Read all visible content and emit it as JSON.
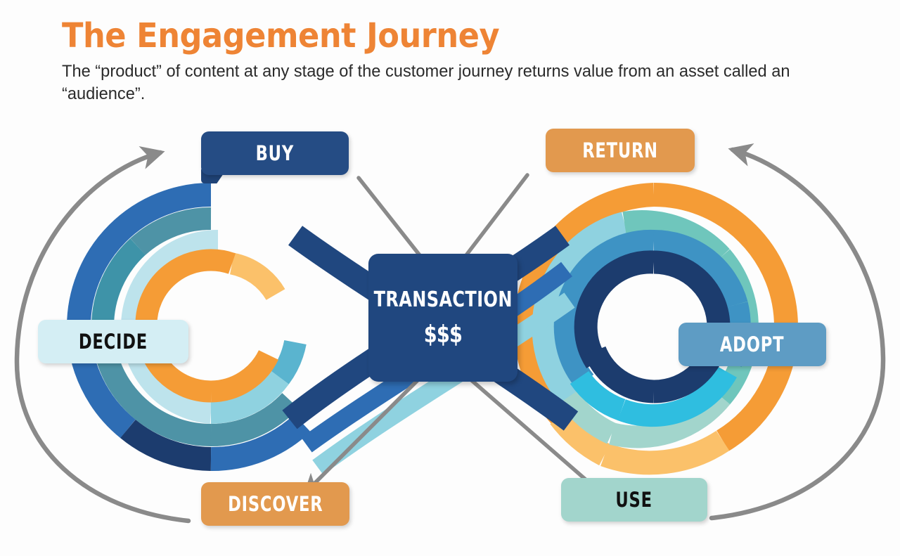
{
  "header": {
    "title": "The Engagement Journey",
    "subtitle": "The “product” of content at any stage of the customer journey returns value from an asset called an “audience”."
  },
  "diagram": {
    "type": "infinity-loop-cycle",
    "center_node": {
      "name": "transaction",
      "line1": "TRANSACTION",
      "line2": "$$$",
      "fill": "#20477F",
      "text_color": "#FFFFFF"
    },
    "stages": [
      {
        "id": "buy",
        "label": "BUY",
        "loop": "left",
        "position": "top",
        "fill": "#254C84",
        "text_color": "#FFFFFF"
      },
      {
        "id": "decide",
        "label": "DECIDE",
        "loop": "left",
        "position": "left",
        "fill": "#D4EEF4",
        "text_color": "#111111"
      },
      {
        "id": "discover",
        "label": "DISCOVER",
        "loop": "left",
        "position": "bottom",
        "fill": "#E2994E",
        "text_color": "#FFFFFF"
      },
      {
        "id": "return",
        "label": "RETURN",
        "loop": "right",
        "position": "top",
        "fill": "#E2994E",
        "text_color": "#FFFFFF"
      },
      {
        "id": "adopt",
        "label": "ADOPT",
        "loop": "right",
        "position": "right",
        "fill": "#5E9CC4",
        "text_color": "#FFFFFF"
      },
      {
        "id": "use",
        "label": "USE",
        "loop": "right",
        "position": "bottom",
        "fill": "#A2D5CC",
        "text_color": "#111111"
      }
    ],
    "left_loop_bands": [
      {
        "order": 1,
        "role": "outer",
        "colors": [
          "#2E6DB4",
          "#1C3C6E",
          "#2E6DB4"
        ]
      },
      {
        "order": 2,
        "role": "second",
        "colors": [
          "#4E93A6",
          "#3E93A8"
        ]
      },
      {
        "order": 3,
        "role": "third",
        "colors": [
          "#BDE3EC",
          "#8FD2E0",
          "#5AB4CF"
        ]
      },
      {
        "order": 4,
        "role": "innermost",
        "colors": [
          "#FBC16A",
          "#F59C36"
        ]
      }
    ],
    "right_loop_bands": [
      {
        "order": 1,
        "role": "outer",
        "colors": [
          "#F59C36",
          "#FBC16A"
        ]
      },
      {
        "order": 2,
        "role": "second",
        "colors": [
          "#8FD2E0",
          "#6FC6BC",
          "#A2D5CC"
        ]
      },
      {
        "order": 3,
        "role": "third",
        "colors": [
          "#3E93C4",
          "#2FBEE0"
        ]
      },
      {
        "order": 4,
        "role": "innermost",
        "colors": [
          "#1C3C6E",
          "#1C3C6E"
        ]
      }
    ],
    "arrows": {
      "color": "#8A8A8A",
      "items": [
        {
          "id": "outer-left-cycle",
          "shape": "arc",
          "direction": "counter-clockwise",
          "head": "top-right"
        },
        {
          "id": "outer-right-cycle",
          "shape": "arc",
          "direction": "clockwise",
          "head": "top-left"
        },
        {
          "id": "tx-to-buy",
          "shape": "straight",
          "direction": "up-left",
          "head": "none"
        },
        {
          "id": "tx-to-discover",
          "shape": "straight",
          "direction": "down-left",
          "head": "down-left"
        },
        {
          "id": "tx-to-return",
          "shape": "straight",
          "direction": "up-right",
          "head": "none"
        },
        {
          "id": "tx-to-use",
          "shape": "straight",
          "direction": "down-right",
          "head": "down-right"
        }
      ]
    }
  },
  "palette": {
    "title_orange": "#EE8435",
    "navy": "#20477F",
    "deep_navy": "#1C3C6E",
    "blue": "#2E6DB4",
    "steel_blue": "#5E9CC4",
    "teal": "#4E93A6",
    "cyan": "#2FBEE0",
    "pale_cyan": "#BDE3EC",
    "mint": "#A2D5CC",
    "orange": "#F59C36",
    "pill_orange": "#E2994E",
    "amber": "#FBC16A",
    "arrow_grey": "#8A8A8A",
    "background": "#FDFDFD"
  }
}
